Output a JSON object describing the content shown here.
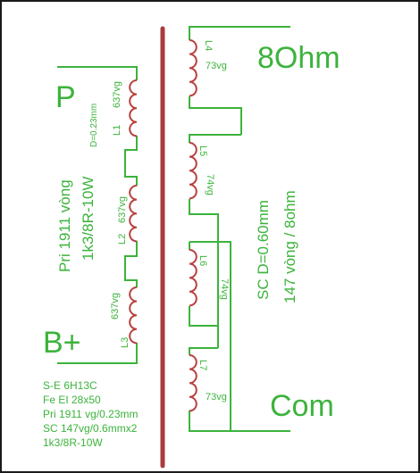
{
  "colors": {
    "wire": "#3cb33c",
    "coil": "#b84040",
    "core": "#a83c3c",
    "frame": "#1a1a1a",
    "text": "#3cb33c"
  },
  "terminals": {
    "p": "P",
    "bplus": "B+",
    "ohm8": "8Ohm",
    "com": "Com"
  },
  "primary": {
    "desc_line1": "Pri 1911 vòng",
    "desc_line2": "1k3/8R-10W",
    "wire_diameter": "D=0.23mm",
    "coils": [
      {
        "label": "L1",
        "turns": "637vg"
      },
      {
        "label": "L2",
        "turns": "637vg"
      },
      {
        "label": "L3",
        "turns": "637vg"
      }
    ]
  },
  "secondary": {
    "desc_line1": "SC D=0.60mm",
    "desc_line2": "147 vòng / 8ohm",
    "coils": [
      {
        "label": "L4",
        "turns": "73vg"
      },
      {
        "label": "L5",
        "turns": "74vg"
      },
      {
        "label": "L6",
        "turns": "74vg"
      },
      {
        "label": "L7",
        "turns": "73vg"
      }
    ]
  },
  "specs": [
    "S-E 6H13C",
    "Fe EI 28x50",
    "Pri 1911 vg/0.23mm",
    "SC 147vg/0.6mmx2",
    "1k3/8R-10W"
  ]
}
